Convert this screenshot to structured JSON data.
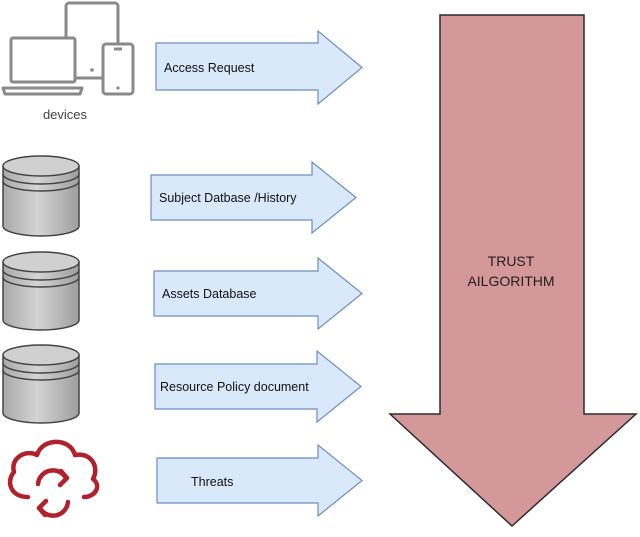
{
  "sources": {
    "devices_label": "devices"
  },
  "arrows": [
    {
      "label": "Access Request"
    },
    {
      "label": "Subject Datbase /History"
    },
    {
      "label": "Assets Database"
    },
    {
      "label": "Resource Policy document"
    },
    {
      "label": "Threats"
    }
  ],
  "trust": {
    "line1": "TRUST",
    "line2": "AILGORITHM"
  },
  "colors": {
    "arrow_fill": "#dae8fc",
    "arrow_stroke": "#6c8ebf",
    "trust_fill": "#d5989a",
    "trust_stroke": "#2b2b2b",
    "device_gray": "#8a8a8a",
    "db_gray": "#c4c4c4",
    "cloud_red": "#b0212b"
  }
}
